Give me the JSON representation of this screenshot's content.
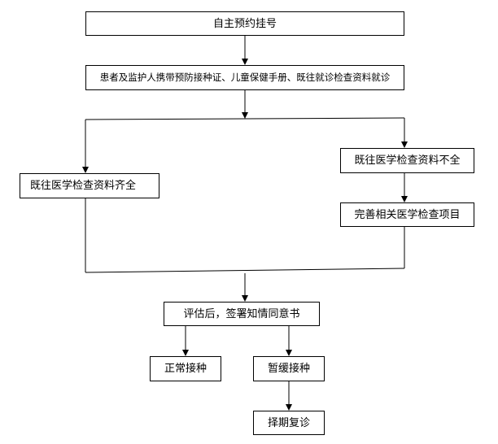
{
  "flowchart": {
    "nodes": {
      "register": "自主预约挂号",
      "bring_documents": "患者及监护人携带预防接种证、儿童保健手册、既往就诊检查资料就诊",
      "records_complete": "既往医学检查资料齐全",
      "records_incomplete": "既往医学检查资料不全",
      "improve_exams": "完善相关医学检查项目",
      "evaluate_consent": "评估后，签署知情同意书",
      "normal_vaccination": "正常接种",
      "defer_vaccination": "暂缓接种",
      "reschedule_review": "择期复诊"
    },
    "colors": {
      "line": "#000000",
      "box_border": "#000000",
      "background": "#ffffff"
    }
  }
}
